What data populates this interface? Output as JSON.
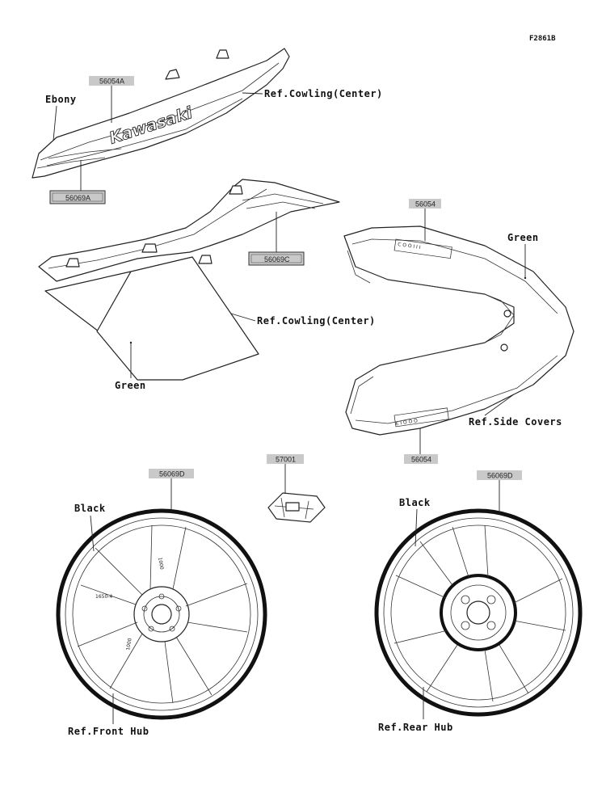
{
  "figure_code": "F2861B",
  "logo_text": "Kawasaki",
  "part_numbers": {
    "p56054A": "56054A",
    "p56069A": "56069A",
    "p56069C": "56069C",
    "p56054_top": "56054",
    "p56054_bottom": "56054",
    "p57001": "57001",
    "p56069D_front": "56069D",
    "p56069D_rear": "56069D"
  },
  "labels": {
    "ebony": "Ebony",
    "ref_cowling_center_1": "Ref.Cowling(Center)",
    "ref_cowling_center_2": "Ref.Cowling(Center)",
    "green_left": "Green",
    "green_right": "Green",
    "ref_side_covers": "Ref.Side Covers",
    "black_front": "Black",
    "black_rear": "Black",
    "ref_front_hub": "Ref.Front Hub",
    "ref_rear_hub": "Ref.Rear Hub"
  }
}
